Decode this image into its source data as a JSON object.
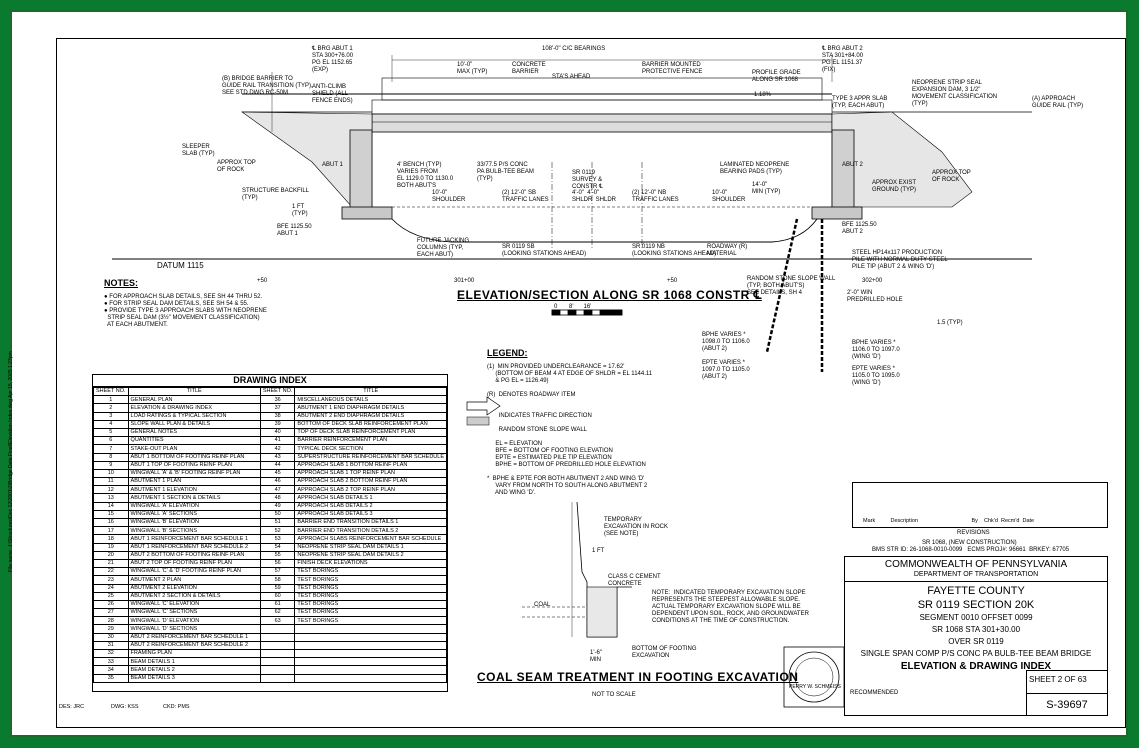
{
  "sidebar": {
    "filepath": "File name: J:\\Structures\\Doc 12\\2801\\2\\Bridge Data Final\\Elevation Index.dwg  Apr 15, 2025 1:23pm"
  },
  "elevation": {
    "brg_abut1": "℄ BRG ABUT 1\nSTA 300+76.00\nPG EL 1152.65\n(EXP)",
    "span": "108'-0\" C/C BEARINGS",
    "brg_abut2": "℄ BRG ABUT 2\nSTA 301+84.00\nPG EL 1151.37\n(FIX)",
    "max_dim": "10'-0\"\nMAX (TYP)",
    "concrete_barrier": "CONCRETE\nBARRIER",
    "barrier_fence": "BARRIER MOUNTED\nPROTECTIVE FENCE",
    "stas_ahead": "STA'S AHEAD",
    "profile_grade": "PROFILE GRADE\nALONG SR 1068",
    "slope": "-1.18%",
    "bridge_rail": "(B) BRIDGE BARRIER TO\nGUIDE RAIL TRANSITION (TYP),\nSEE STD DWG RC-50M",
    "anti_climb": "ANTI-CLIMB\nSHIELD (ALL\nFENCE ENDS)",
    "neoprene_seal": "NEOPRENE STRIP SEAL\nEXPANSION DAM, 3 1/2\"\nMOVEMENT CLASSIFICATION\n(TYP)",
    "appr_slab": "TYPE 3 APPR SLAB\n(TYP, EACH ABUT)",
    "approach_rail": "(A) APPROACH\nGUIDE RAIL (TYP)",
    "sleeper_slab": "SLEEPER\nSLAB (TYP)",
    "approx_rock": "APPROX TOP\nOF ROCK",
    "abut1": "ABUT 1",
    "backfill": "STRUCTURE BACKFILL\n(TYP)",
    "one_ft": "1 FT\n(TYP)",
    "bfe_abut1": "BFE 1125.50\nABUT 1",
    "bench": "4' BENCH (TYP)\nVARIES FROM\nEL 1129.0 TO 1130.0\nBOTH ABUT'S",
    "beam": "33/77.5 P/S CONC\nPA BULB-TEE BEAM\n(TYP)",
    "survey": "SR 0119\nSURVEY &\nCONSTR ℄",
    "bearing_pads": "LAMINATED NEOPRENE\nBEARING PADS (TYP)",
    "abut2": "ABUT 2",
    "min14": "14'-0\"\nMIN (TYP)",
    "approx_ground": "APPROX EXIST\nGROUND (TYP)",
    "approx_rock2": "APPROX TOP\nOF ROCK",
    "shoulder_sb": "10'-0\"\nSHOULDER",
    "lanes_sb": "(2) 12'-0\" SB\nTRAFFIC LANES",
    "shldr_mid": "4'-0\"  4'-0\"\nSHLDR  SHLDR",
    "lanes_nb": "(2) 12'-0\" NB\nTRAFFIC LANES",
    "shoulder_nb": "10'-0\"\nSHOULDER",
    "bfe_abut2": "BFE 1125.50\nABUT 2",
    "jacking": "FUTURE JACKING\nCOLUMNS (TYP,\nEACH ABUT)",
    "sb_road": "SR 0119 SB\n(LOOKING STATIONS AHEAD)",
    "nb_road": "SR 0119 NB\n(LOOKING STATIONS AHEAD)",
    "roadway_material": "ROADWAY (R)\nMATERIAL",
    "pile": "STEEL HP14x117 PRODUCTION\nPILE WITH NORMAL DUTY STEEL\nPILE TIP (ABUT 2 & WING 'D')",
    "datum": "DATUM 1115",
    "sta50": "+50",
    "sta301": "301+00",
    "sta50b": "+50",
    "sta302": "302+00",
    "stone_wall": "RANDOM STONE SLOPE WALL\n(TYP, BOTH ABUT'S)\nSEE DETAILS, SH 4",
    "predrilled": "2'-0\" WIN\nPREDRILLED HOLE",
    "slope_ratio": "1.5 (TYP)",
    "bphe_abut2": "BPHE VARIES *\n1098.0 TO 1106.0\n(ABUT 2)",
    "epte_abut2": "EPTE VARIES *\n1097.0 TO 1105.0\n(ABUT 2)",
    "bphe_wing": "BPHE VARIES *\n1106.0 TO 1097.0\n(WING 'D')",
    "epte_wing": "EPTE VARIES *\n1105.0 TO 1095.0\n(WING 'D')",
    "title": "ELEVATION/SECTION ALONG SR 1068 CONSTR ℄",
    "scale": "0       8'      16'"
  },
  "notes": {
    "heading": "NOTES:",
    "body": "● FOR APPROACH SLAB DETAILS, SEE SH 44 THRU 52.\n● FOR STRIP SEAL DAM DETAILS, SEE SH 54 & 55.\n● PROVIDE TYPE 3 APPROACH SLABS WITH NEOPRENE\n  STRIP SEAL DAM (3½\" MOVEMENT CLASSIFICATION)\n  AT EACH ABUTMENT."
  },
  "legend": {
    "heading": "LEGEND:",
    "body": "(1)  MIN PROVIDED UNDERCLEARANCE = 17.62'\n     (BOTTOM OF BEAM 4 AT EDGE OF SHLDR = EL 1144.11\n     & PG EL = 1126.49)\n\n(R)  DENOTES ROADWAY ITEM\n\n\n       INDICATES TRAFFIC DIRECTION\n\n       RANDOM STONE SLOPE WALL\n\n     EL = ELEVATION\n     BFE = BOTTOM OF FOOTING ELEVATION\n     EPTE = ESTIMATED PILE TIP ELEVATION\n     BPHE = BOTTOM OF PREDRILLED HOLE ELEVATION\n\n*  BPHE & EPTE FOR BOTH ABUTMENT 2 AND WING 'D'\n     VARY FROM NORTH TO SOUTH ALONG ABUTMENT 2\n     AND WING 'D'."
  },
  "coal": {
    "excavation": "TEMPORARY\nEXCAVATION IN ROCK\n(SEE NOTE)",
    "one_ft": "1 FT",
    "class_c": "CLASS C CEMENT\nCONCRETE",
    "coal": "COAL",
    "note": "NOTE:  INDICATED TEMPORARY EXCAVATION SLOPE\nREPRESENTS THE STEEPEST ALLOWABLE SLOPE.\nACTUAL TEMPORARY EXCAVATION SLOPE WILL BE\nDEPENDENT UPON SOIL, ROCK, AND GROUNDWATER\nCONDITIONS AT THE TIME OF CONSTRUCTION.",
    "bottom": "BOTTOM OF FOOTING\nEXCAVATION",
    "min": "1'-6\"\nMIN",
    "title": "COAL SEAM TREATMENT IN FOOTING EXCAVATION",
    "nts": "NOT TO SCALE"
  },
  "index": {
    "title": "DRAWING INDEX",
    "col_no": "SHEET NO.",
    "col_title": "TITLE",
    "rows": [
      [
        "1",
        "GENERAL PLAN",
        "36",
        "MISCELLANEOUS DETAILS"
      ],
      [
        "2",
        "ELEVATION & DRAWING INDEX",
        "37",
        "ABUTMENT 1 END DIAPHRAGM DETAILS"
      ],
      [
        "3",
        "LOAD RATINGS & TYPICAL SECTION",
        "38",
        "ABUTMENT 2 END DIAPHRAGM DETAILS"
      ],
      [
        "4",
        "SLOPE WALL PLAN & DETAILS",
        "39",
        "BOTTOM OF DECK SLAB REINFORCEMENT PLAN"
      ],
      [
        "5",
        "GENERAL NOTES",
        "40",
        "TOP OF DECK SLAB REINFORCEMENT PLAN"
      ],
      [
        "6",
        "QUANTITIES",
        "41",
        "BARRIER REINFORCEMENT PLAN"
      ],
      [
        "7",
        "STAKE-OUT PLAN",
        "42",
        "TYPICAL DECK SECTION"
      ],
      [
        "8",
        "ABUT 1 BOTTOM OF FOOTING REINF PLAN",
        "43",
        "SUPERSTRUCTURE REINFORCEMENT BAR SCHEDULE"
      ],
      [
        "9",
        "ABUT 1 TOP OF FOOTING REINF PLAN",
        "44",
        "APPROACH SLAB 1 BOTTOM REINF PLAN"
      ],
      [
        "10",
        "WINGWALL 'A' & 'B' FOOTING REINF PLAN",
        "45",
        "APPROACH SLAB 1 TOP REINF PLAN"
      ],
      [
        "11",
        "ABUTMENT 1 PLAN",
        "46",
        "APPROACH SLAB 2 BOTTOM REINF PLAN"
      ],
      [
        "12",
        "ABUTMENT 1 ELEVATION",
        "47",
        "APPROACH SLAB 2 TOP REINF PLAN"
      ],
      [
        "13",
        "ABUTMENT 1 SECTION & DETAILS",
        "48",
        "APPROACH SLAB DETAILS 1"
      ],
      [
        "14",
        "WINGWALL 'A' ELEVATION",
        "49",
        "APPROACH SLAB DETAILS 2"
      ],
      [
        "15",
        "WINGWALL 'A' SECTIONS",
        "50",
        "APPROACH SLAB DETAILS 3"
      ],
      [
        "16",
        "WINGWALL 'B' ELEVATION",
        "51",
        "BARRIER END TRANSITION DETAILS 1"
      ],
      [
        "17",
        "WINGWALL 'B' SECTIONS",
        "52",
        "BARRIER END TRANSITION DETAILS 2"
      ],
      [
        "18",
        "ABUT 1 REINFORCEMENT BAR SCHEDULE 1",
        "53",
        "APPROACH SLABS REINFORCEMENT BAR SCHEDULE"
      ],
      [
        "19",
        "ABUT 1 REINFORCEMENT BAR SCHEDULE 2",
        "54",
        "NEOPRENE STRIP SEAL DAM DETAILS 1"
      ],
      [
        "20",
        "ABUT 2 BOTTOM OF FOOTING REINF PLAN",
        "55",
        "NEOPRENE STRIP SEAL DAM DETAILS 2"
      ],
      [
        "21",
        "ABUT 2 TOP OF FOOTING REINF PLAN",
        "56",
        "FINISH DECK ELEVATIONS"
      ],
      [
        "22",
        "WINGWALL 'C' & 'D' FOOTING REINF PLAN",
        "57",
        "TEST BORINGS"
      ],
      [
        "23",
        "ABUTMENT 2 PLAN",
        "58",
        "TEST BORINGS"
      ],
      [
        "24",
        "ABUTMENT 2 ELEVATION",
        "59",
        "TEST BORINGS"
      ],
      [
        "25",
        "ABUTMENT 2 SECTION & DETAILS",
        "60",
        "TEST BORINGS"
      ],
      [
        "26",
        "WINGWALL 'C' ELEVATION",
        "61",
        "TEST BORINGS"
      ],
      [
        "27",
        "WINGWALL 'C' SECTIONS",
        "62",
        "TEST BORINGS"
      ],
      [
        "28",
        "WINGWALL 'D' ELEVATION",
        "63",
        "TEST BORINGS"
      ],
      [
        "29",
        "WINGWALL 'D' SECTIONS",
        "",
        ""
      ],
      [
        "30",
        "ABUT 2 REINFORCEMENT BAR SCHEDULE 1",
        "",
        ""
      ],
      [
        "31",
        "ABUT 2 REINFORCEMENT BAR SCHEDULE 2",
        "",
        ""
      ],
      [
        "32",
        "FRAMING PLAN",
        "",
        ""
      ],
      [
        "33",
        "BEAM DETAILS 1",
        "",
        ""
      ],
      [
        "34",
        "BEAM DETAILS 2",
        "",
        ""
      ],
      [
        "35",
        "BEAM DETAILS 3",
        "",
        ""
      ]
    ]
  },
  "initials": {
    "des": "DES:   JRC",
    "dwg": "DWG:   KSS",
    "ckd": "CKD:   PMS"
  },
  "revisions": {
    "header": "Mark          Description                                   By    Chk'd  Recm'd  Date",
    "label": "REVISIONS",
    "new_construction": "SR 1068, (NEW CONSTRUCTION)",
    "bms": "BMS STR ID: 26-1068-0010-0099   ECMS PROJ#: 96661  BRKEY: 67705"
  },
  "titleblock": {
    "agency": "COMMONWEALTH OF PENNSYLVANIA",
    "department": "DEPARTMENT OF TRANSPORTATION",
    "county": "FAYETTE COUNTY",
    "route": "SR 0119 SECTION 20K",
    "segment": "SEGMENT 0010 OFFSET 0099",
    "station": "SR 1068   STA 301+30.00",
    "over": "OVER SR 0119",
    "desc": "SINGLE SPAN COMP P/S CONC PA BULB-TEE BEAM BRIDGE",
    "sheet_title": "ELEVATION & DRAWING INDEX",
    "recommended": "RECOMMENDED",
    "engineer": "PERRY W. SCHMEISS",
    "sheet_no": "SHEET  2  OF 63",
    "drawing_no": "S-39697"
  }
}
